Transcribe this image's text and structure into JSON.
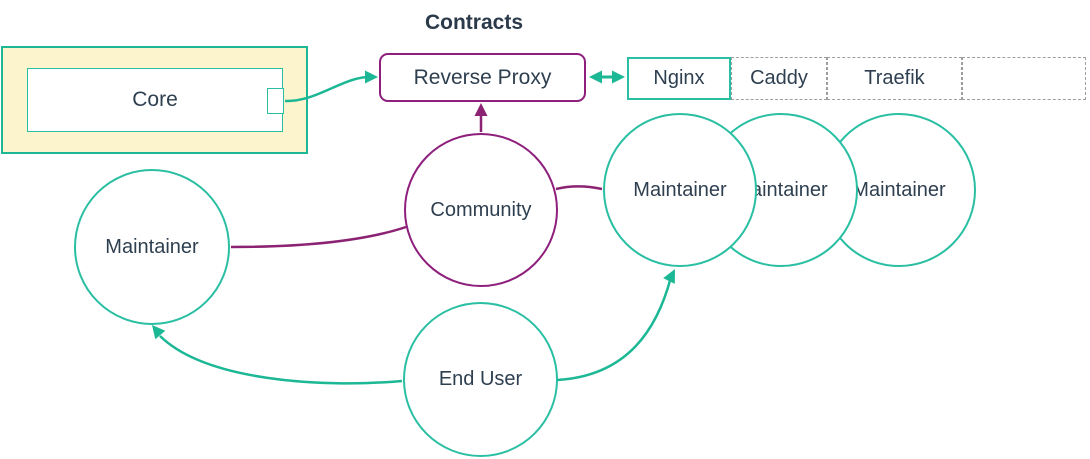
{
  "diagram": {
    "title": "Contracts",
    "colors": {
      "teal": "#1cb795",
      "teal_border": "#2abfa3",
      "purple": "#8e1f7c",
      "purple_line": "#8c2273",
      "cluster_fill": "#fcf4cd",
      "text": "#2e3f50",
      "dashed_border": "#9e9e9e"
    },
    "core": {
      "label": "Core"
    },
    "reverse_proxy": {
      "label": "Reverse Proxy"
    },
    "proxies": {
      "items": [
        {
          "label": "Nginx",
          "style": "solid"
        },
        {
          "label": "Caddy",
          "style": "dashed"
        },
        {
          "label": "Traefik",
          "style": "dashed"
        },
        {
          "label": "",
          "style": "dashed"
        }
      ]
    },
    "actors": {
      "community": "Community",
      "maintainer_left": "Maintainer",
      "maintainers_right": [
        "Maintainer",
        "Maintainer",
        "Maintainer"
      ],
      "end_user": "End User"
    },
    "edges": [
      "core -> reverse_proxy",
      "reverse_proxy <-> nginx",
      "community -> reverse_proxy",
      "community - maintainer_left",
      "community - maintainer_right_1",
      "end_user -> maintainer_left",
      "end_user -> maintainer_right_1"
    ]
  }
}
